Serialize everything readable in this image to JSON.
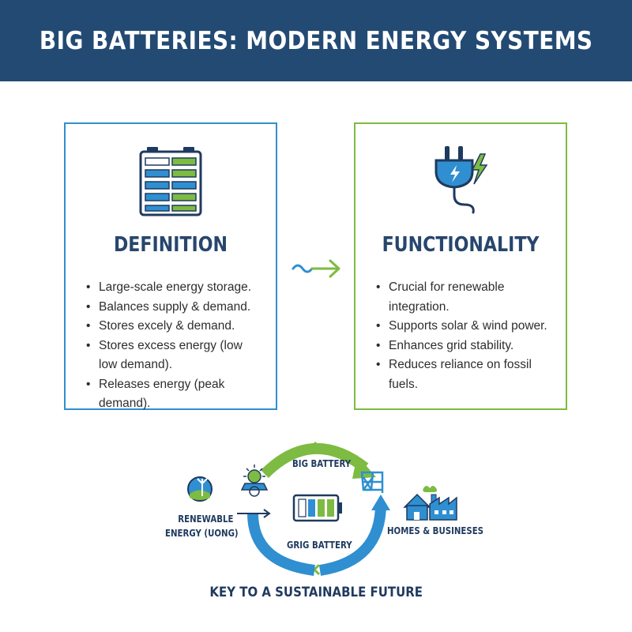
{
  "header": {
    "title": "BIG BATTERIES: MODERN ENERGY SYSTEMS"
  },
  "definition": {
    "title": "DEFINITION",
    "icon": "battery-grid-icon",
    "items": [
      "Large-scale energy storage.",
      "Balances supply & demand.",
      "Stores excely & demand.",
      "Stores excess energy (low low demand).",
      "Releases energy (peak demand)."
    ]
  },
  "functionality": {
    "title": "FUNCTIONALITY",
    "icon": "electric-plug-icon",
    "items": [
      "Crucial for renewable integration.",
      "Supports solar & wind power.",
      "Enhances grid stability.",
      "Reduces reliance on fossil fuels."
    ]
  },
  "cycle": {
    "big_battery": "BIG BATTERY",
    "grid_battery": "GRIG BATTERY",
    "homes": "HOMES & BUSINESES",
    "renewable_line1": "RENEWABLE",
    "renewable_line2": "ENERGY (UONG)",
    "footer": "KEY TO A SUSTAINABLE FUTURE"
  },
  "colors": {
    "header_bg": "#234a73",
    "blue": "#2f8fd1",
    "green": "#7dbb42",
    "navy": "#1f3a5f"
  }
}
